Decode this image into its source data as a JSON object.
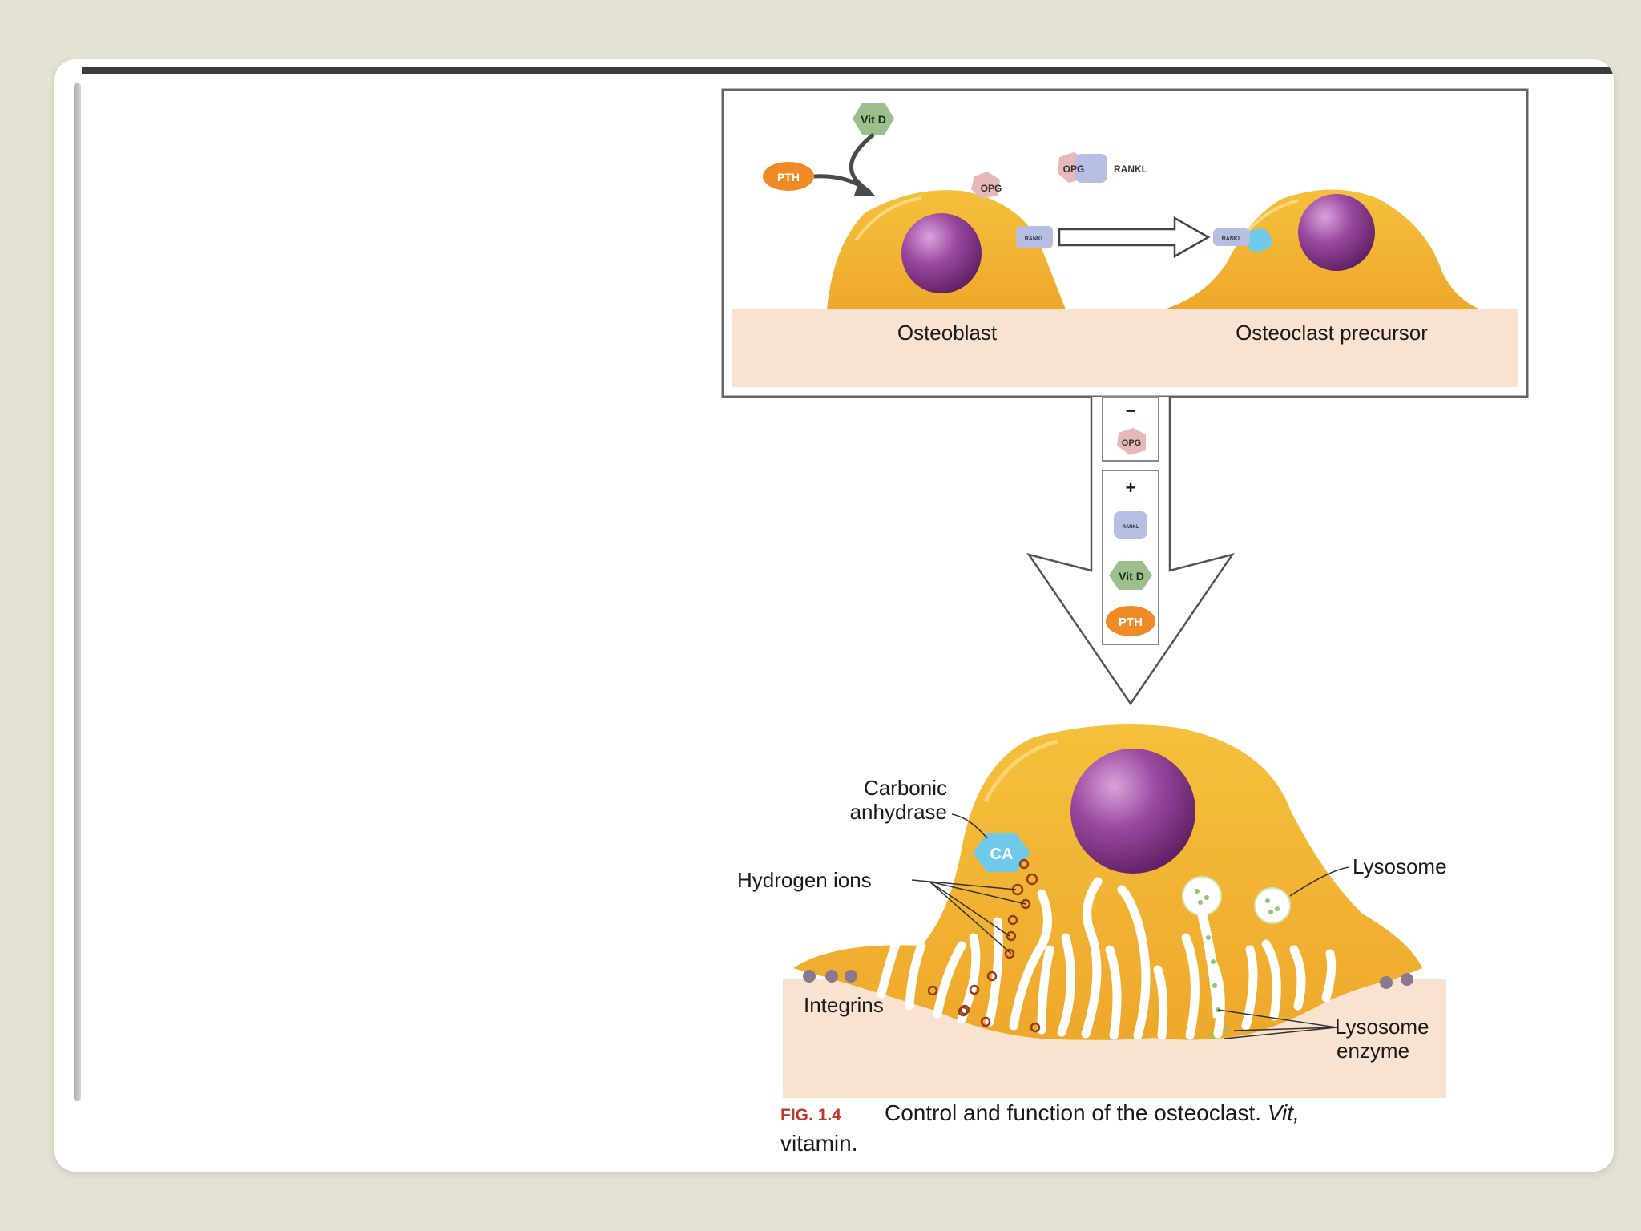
{
  "figure": {
    "top_panel": {
      "vitd_label": "Vit D",
      "pth_label": "PTH",
      "opg_label": "OPG",
      "rankl_label": "RANKL",
      "rankl_small": "RANKL",
      "osteoblast_label": "Osteoblast",
      "precursor_label": "Osteoclast precursor"
    },
    "arrow_panel": {
      "minus": "−",
      "opg_label": "OPG",
      "plus": "+",
      "rankl_label": "RANKL",
      "vitd_label": "Vit D",
      "pth_label": "PTH"
    },
    "osteoclast": {
      "carbonic_anhydrase_line1": "Carbonic",
      "carbonic_anhydrase_line2": "anhydrase",
      "ca_label": "CA",
      "hydrogen_ions": "Hydrogen ions",
      "lysosome": "Lysosome",
      "integrins": "Integrins",
      "lysosome_enzyme_line1": "Lysosome",
      "lysosome_enzyme_line2": "enzyme"
    },
    "caption": {
      "fig_number": "FIG. 1.4",
      "text": "Control and function of the osteoclast. ",
      "italic_term": "Vit,",
      "line2": "vitamin."
    }
  },
  "colors": {
    "background": "#e5e1d3",
    "cell": "#f2b636",
    "nucleus": "#8e3e93",
    "bone": "#f9e2cf",
    "pth": "#ef8a24",
    "vitd": "#9bc08c",
    "opg": "#e6b8b8",
    "rankl": "#b6bfe3",
    "receptor": "#6ec9ea"
  }
}
